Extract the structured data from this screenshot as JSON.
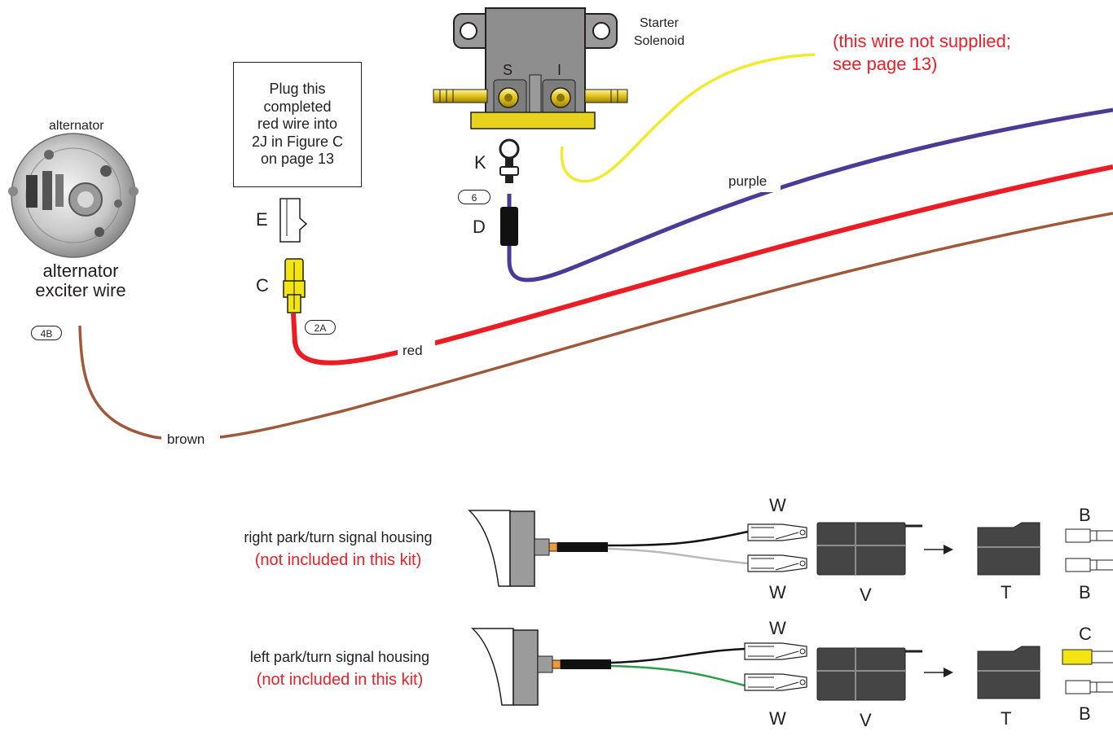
{
  "alternator": {
    "top_label": "alternator",
    "exciter_line1": "alternator",
    "exciter_line2": "exciter wire",
    "callout": "4B"
  },
  "plug_note": {
    "lines": [
      "Plug this",
      "completed",
      "red wire into",
      "2J in Figure C",
      "on page 13"
    ]
  },
  "parts": {
    "E": "E",
    "C": "C",
    "K": "K",
    "D": "D",
    "callout_2A": "2A",
    "callout_6": "6"
  },
  "solenoid": {
    "title_line1": "Starter",
    "title_line2": "Solenoid",
    "terminal_S": "S",
    "terminal_I": "I"
  },
  "yellow_note": {
    "line1": "(this wire not supplied;",
    "line2": "see page 13)"
  },
  "wire_labels": {
    "purple": "purple",
    "red": "red",
    "brown": "brown"
  },
  "wire_colors": {
    "yellow": "#f2ea2c",
    "purple": "#4b3a96",
    "red": "#ec1c24",
    "brown": "#a0583a",
    "green": "#2e9b48",
    "gray": "#b9b9b9",
    "note_red": "#e8202a"
  },
  "right_housing": {
    "line1": "right park/turn signal housing",
    "line2": "(not included in this kit)",
    "W_top": "W",
    "W_bottom": "W",
    "V": "V",
    "T": "T",
    "B_top": "B",
    "B_bottom": "B"
  },
  "left_housing": {
    "line1": "left park/turn signal housing",
    "line2": "(not included in this kit)",
    "W_top": "W",
    "W_bottom": "W",
    "V": "V",
    "T": "T",
    "C_top": "C",
    "B_bottom": "B"
  }
}
